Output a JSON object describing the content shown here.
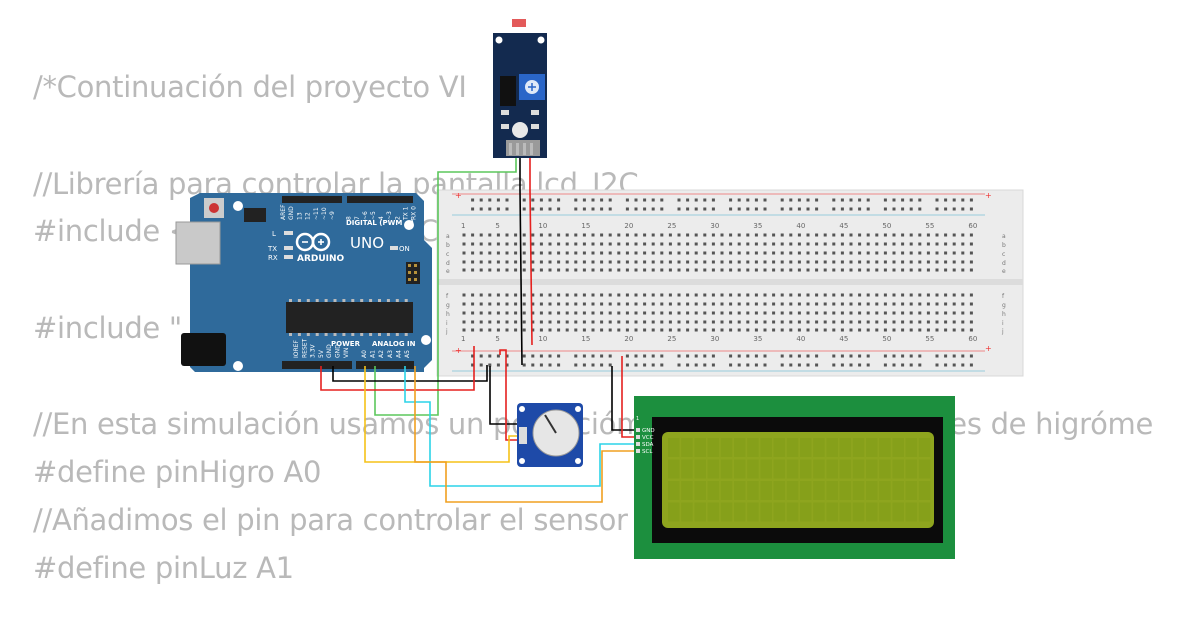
{
  "code_lines": [
    "/*Continuación del proyecto VI",
    "//Librería para controlar la pantalla lcd_I2C",
    "#include <LiquidCrystal_I2C.h>",
    "#include \"",
    "//En esta simulación usamos un potenciómetro que hace las veces de higróme",
    "#define pinHigro A0",
    "//Añadimos el pin para controlar el sensor de luz",
    "#define pinLuz A1"
  ],
  "arduino": {
    "brand": "ARDUINO",
    "model": "UNO",
    "digital_header": "DIGITAL (PWM ~)",
    "power_header": "POWER",
    "analog_header": "ANALOG IN",
    "on_label": "ON",
    "l_label": "L",
    "tx_label": "TX",
    "rx_label": "RX",
    "digital_pins": [
      "AREF",
      "GND",
      "13",
      "12",
      "~11",
      "~10",
      "~9",
      "8",
      "7",
      "~6",
      "~5",
      "4",
      "~3",
      "2",
      "TX 1",
      "RX 0"
    ],
    "power_pins": [
      "IOREF",
      "RESET",
      "3.3V",
      "5V",
      "GND",
      "GND",
      "VIN"
    ],
    "analog_pins": [
      "A0",
      "A1",
      "A2",
      "A3",
      "A4",
      "A5"
    ],
    "board_color": "#2f6a9b"
  },
  "breadboard": {
    "column_numbers": [
      "1",
      "5",
      "10",
      "15",
      "20",
      "25",
      "30",
      "35",
      "40",
      "45",
      "50",
      "55",
      "60"
    ],
    "row_letters_top": [
      "a",
      "b",
      "c",
      "d",
      "e"
    ],
    "row_letters_bottom": [
      "f",
      "g",
      "h",
      "i",
      "j"
    ],
    "plus": "+"
  },
  "lcd": {
    "pins": [
      "GND",
      "VCC",
      "SDA",
      "SCL"
    ],
    "pcb_color": "#1c8f3e",
    "screen_color": "#8ea51e"
  },
  "wire_colors": {
    "black": "#000000",
    "red": "#e5211f",
    "green": "#5bc75b",
    "yellow": "#f5c218",
    "cyan": "#2bd3e8",
    "orange": "#f0a020"
  }
}
